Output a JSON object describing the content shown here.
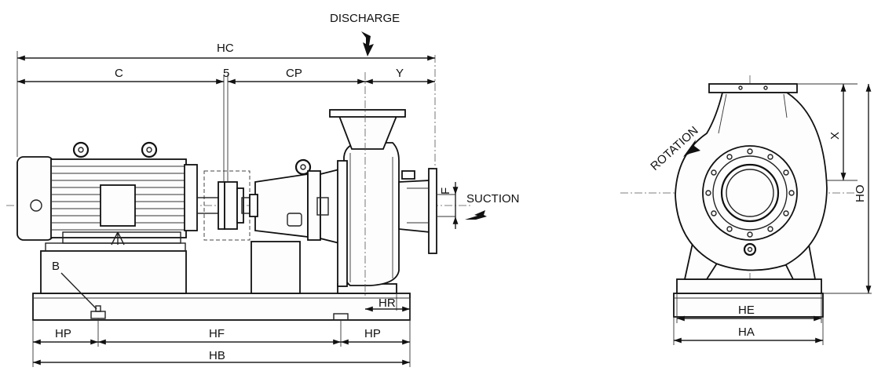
{
  "labels": {
    "discharge": "DISCHARGE",
    "suction": "SUCTION",
    "rotation": "ROTATION",
    "hc": "HC",
    "c": "C",
    "five": "5",
    "cp": "CP",
    "y": "Y",
    "f": "F",
    "b": "B",
    "hr": "HR",
    "hp_left": "HP",
    "hf": "HF",
    "hp_right": "HP",
    "hb": "HB",
    "x": "X",
    "ho": "HO",
    "he": "HE",
    "ha": "HA"
  }
}
